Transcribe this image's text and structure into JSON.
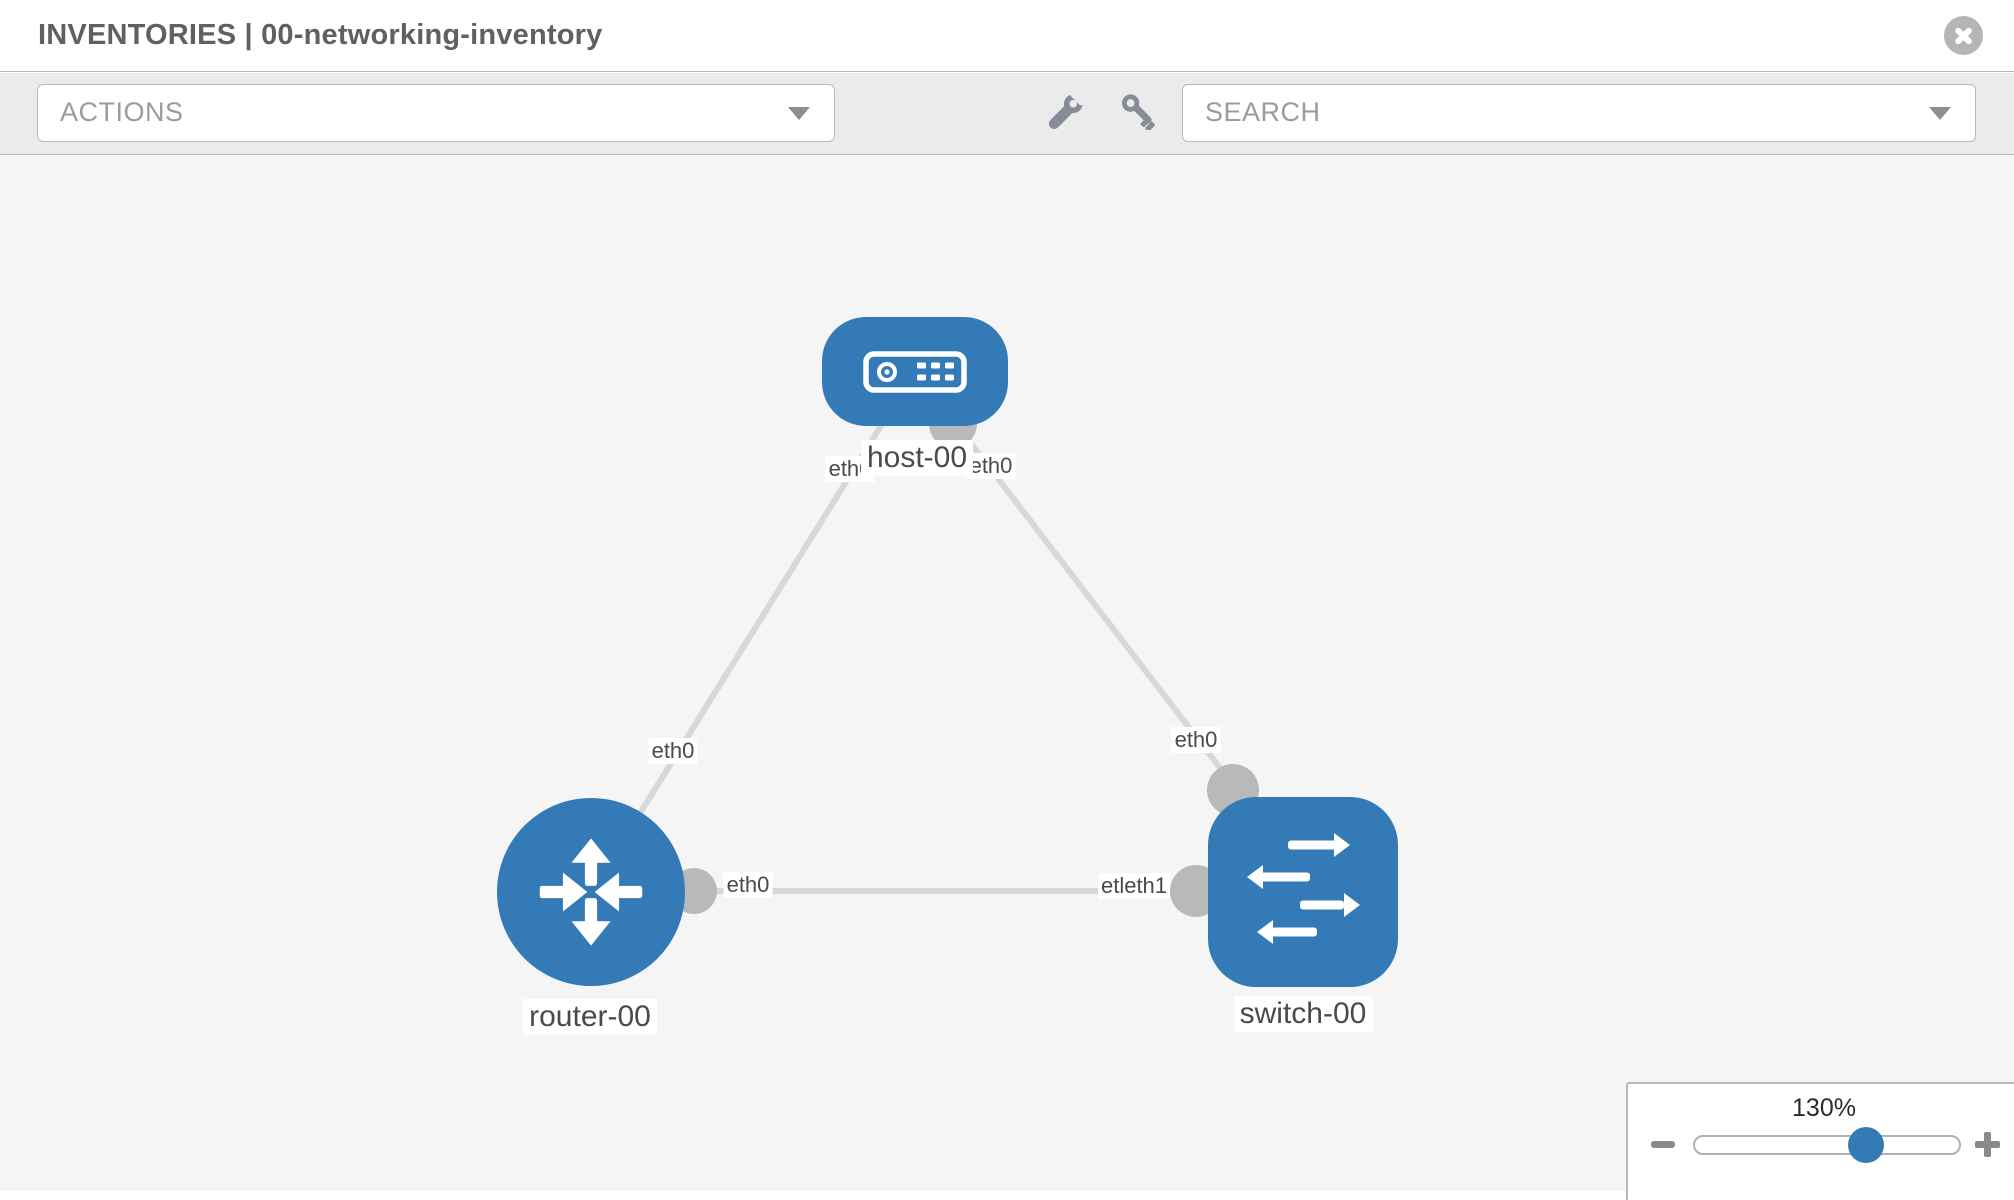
{
  "header": {
    "title": "INVENTORIES | 00-networking-inventory"
  },
  "toolbar": {
    "actions_placeholder": "ACTIONS",
    "search_placeholder": "SEARCH",
    "icons": [
      "wrench-icon",
      "key-icon"
    ]
  },
  "canvas": {
    "nodes": [
      {
        "label": "host-00",
        "type": "host"
      },
      {
        "label": "router-00",
        "type": "router"
      },
      {
        "label": "switch-00",
        "type": "switch"
      }
    ],
    "links": [
      {
        "from": "host-00",
        "to": "router-00"
      },
      {
        "from": "host-00",
        "to": "switch-00"
      },
      {
        "from": "router-00",
        "to": "switch-00"
      }
    ],
    "interface_labels": {
      "host_to_router_host_end": "eth0",
      "host_to_router_router_end": "eth0",
      "host_to_switch_host_end": "eth0",
      "host_to_switch_switch_end": "eth0",
      "router_to_switch_router_end": "eth0",
      "router_to_switch_switch_end": "etleth1"
    }
  },
  "zoom_control": {
    "level": "130%"
  },
  "colors": {
    "node_blue": "#337ab7",
    "link_gray": "#d8d8d8",
    "interface_dot_gray": "#b9b9b9",
    "toolbar_bg": "#ebebeb",
    "canvas_bg": "#f5f5f5",
    "border_gray": "#b7b7b7",
    "icon_gray": "#878d96"
  }
}
